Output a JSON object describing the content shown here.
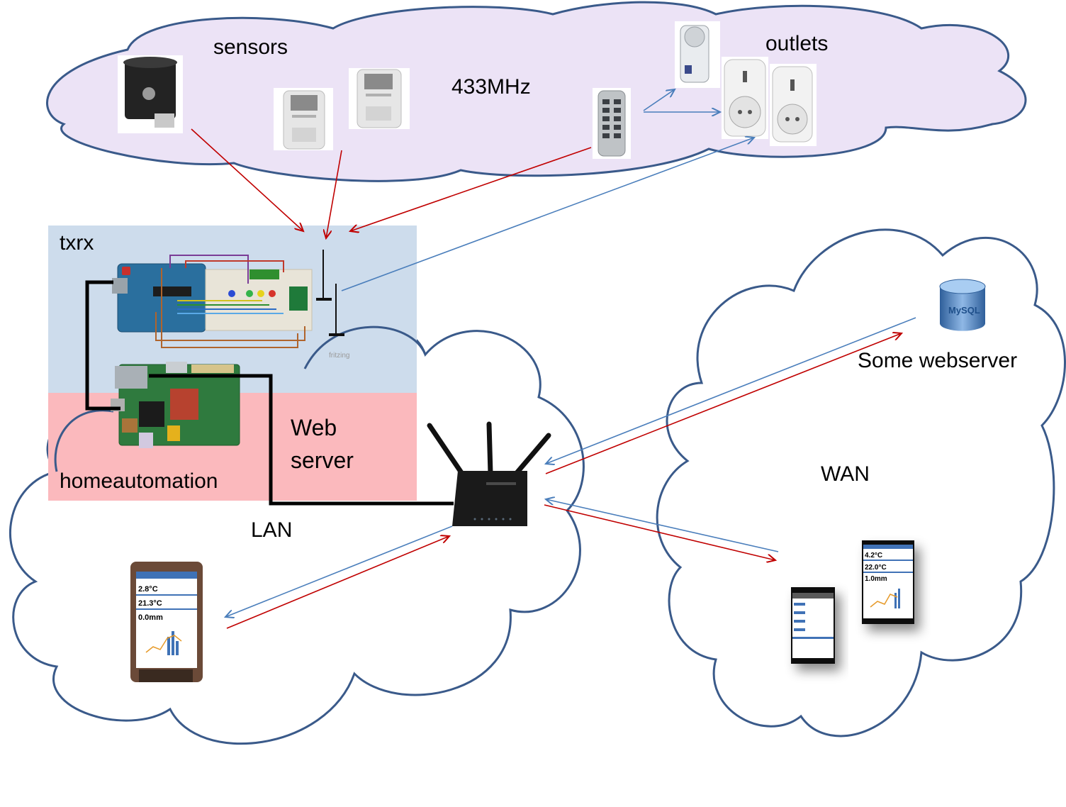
{
  "labels": {
    "sensors": "sensors",
    "frequency": "433MHz",
    "outlets": "outlets",
    "txrx": "txrx",
    "web_server_line1": "Web",
    "web_server_line2": "server",
    "homeautomation": "homeautomation",
    "lan": "LAN",
    "wan": "WAN",
    "some_webserver": "Some webserver",
    "fritzing": "fritzing",
    "mysql": "MySQL"
  },
  "tablet": {
    "temp1": "2.8°C",
    "temp2": "21.3°C",
    "rain": "0.0mm"
  },
  "phone_right": {
    "temp1": "4.2°C",
    "temp2": "22.0°C",
    "rain": "1.0mm"
  },
  "colors": {
    "cloud_433": "#ece3f6",
    "cloud_outline": "#3a5a8a",
    "txrx_box": "#cddcec",
    "homeauto_box": "#fbb9bd",
    "arrow_red": "#c00000",
    "arrow_blue": "#4a7ebb",
    "cable_black": "#000000"
  }
}
